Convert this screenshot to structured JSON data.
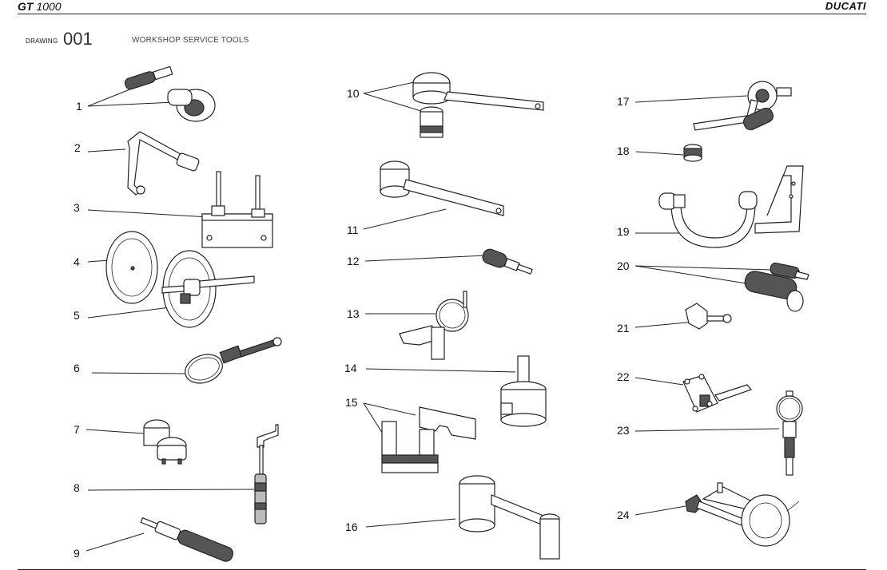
{
  "header": {
    "model": "GT",
    "model_number": "1000",
    "brand": "DUCATI"
  },
  "drawing": {
    "label": "DRAWING",
    "number": "001",
    "title": "WORKSHOP SERVICE TOOLS"
  },
  "callouts": [
    "1",
    "2",
    "3",
    "4",
    "5",
    "6",
    "7",
    "8",
    "9",
    "10",
    "11",
    "12",
    "13",
    "14",
    "15",
    "16",
    "17",
    "18",
    "19",
    "20",
    "21",
    "22",
    "23",
    "24"
  ]
}
